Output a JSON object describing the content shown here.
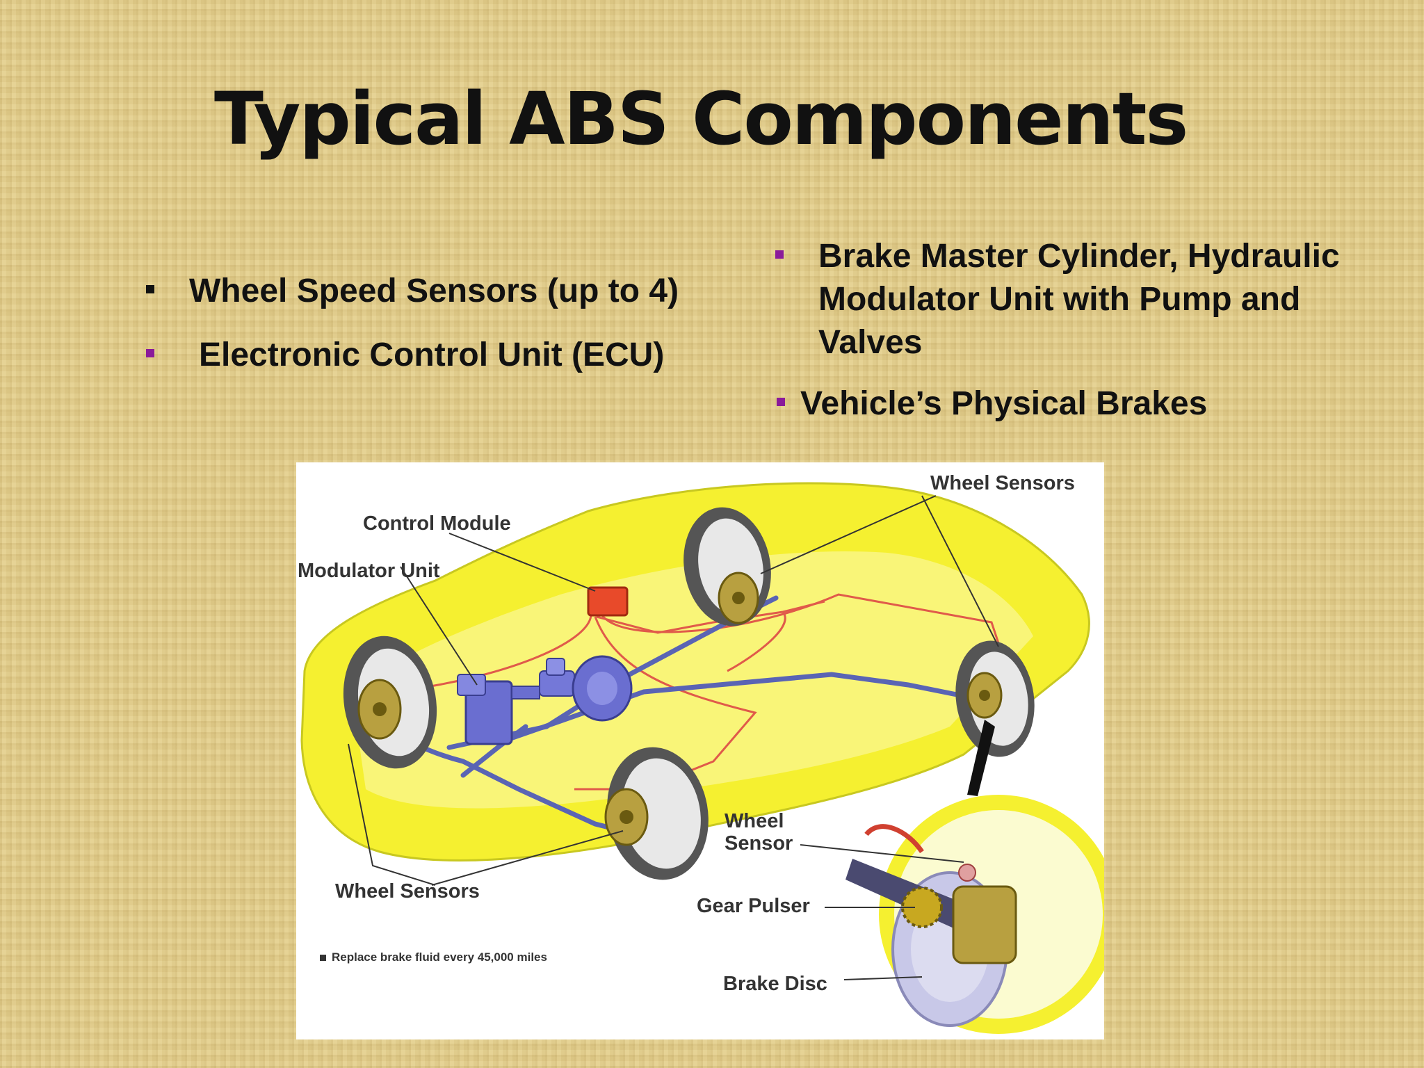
{
  "slide": {
    "title": "Typical ABS Components",
    "bullets": [
      {
        "text": "Wheel Speed Sensors (up to 4)",
        "marker_color": "#111111"
      },
      {
        "text": "Electronic Control Unit (ECU)",
        "marker_color": "#8a1a9a"
      },
      {
        "text": "Brake Master Cylinder, Hydraulic Modulator Unit with Pump and Valves",
        "marker_color": "#8a1a9a"
      },
      {
        "text": "Vehicle’s Physical Brakes",
        "marker_color": "#8a1a9a"
      }
    ],
    "background_color": "#e2cd8c"
  },
  "diagram": {
    "labels": {
      "wheel_sensors_top": "Wheel Sensors",
      "control_module": "Control Module",
      "modulator_unit": "Modulator Unit",
      "wheel_sensor_detail": "Wheel Sensor",
      "gear_pulser": "Gear Pulser",
      "brake_disc": "Brake Disc",
      "wheel_sensors_bottom": "Wheel Sensors"
    },
    "note": "Replace brake fluid every 45,000 miles",
    "colors": {
      "car_body": "#f5f030",
      "brake_lines": "#5a64b4",
      "sensor_wires": "#e05a4a",
      "control_module": "#e84a2a",
      "caliper": "#b8a040"
    }
  }
}
